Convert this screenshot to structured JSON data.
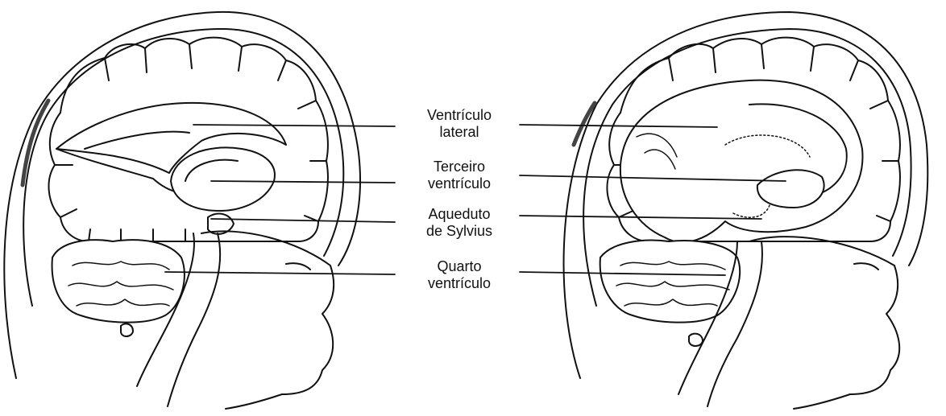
{
  "labels": [
    {
      "line1": "Ventrículo",
      "line2": "lateral"
    },
    {
      "line1": "Terceiro",
      "line2": "ventrículo"
    },
    {
      "line1": "Aqueduto",
      "line2": "de Sylvius"
    },
    {
      "line1": "Quarto",
      "line2": "ventrículo"
    }
  ],
  "colors": {
    "ink": "#111111",
    "background": "#ffffff"
  }
}
